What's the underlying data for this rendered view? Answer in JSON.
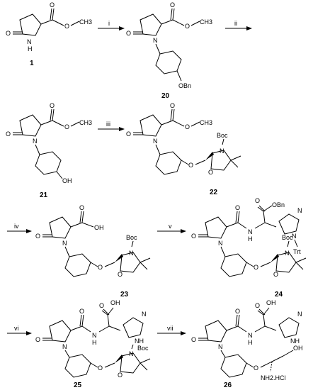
{
  "scheme": {
    "compounds": [
      {
        "id": "c1",
        "number": "1"
      },
      {
        "id": "c20",
        "number": "20"
      },
      {
        "id": "c21",
        "number": "21"
      },
      {
        "id": "c22",
        "number": "22"
      },
      {
        "id": "c23",
        "number": "23"
      },
      {
        "id": "c24",
        "number": "24"
      },
      {
        "id": "c25",
        "number": "25"
      },
      {
        "id": "c26",
        "number": "26"
      }
    ],
    "steps": [
      "i",
      "ii",
      "iii",
      "iv",
      "v",
      "vi",
      "vii"
    ],
    "atoms": {
      "O": "O",
      "N": "N",
      "H": "H",
      "NH": "NH",
      "OH": "OH",
      "CH3": "CH3",
      "OBn": "OBn",
      "Boc": "Boc",
      "Trt": "Trt",
      "OBn_ester": "OBn",
      "NH2HCl": "NH2.HCl"
    }
  }
}
